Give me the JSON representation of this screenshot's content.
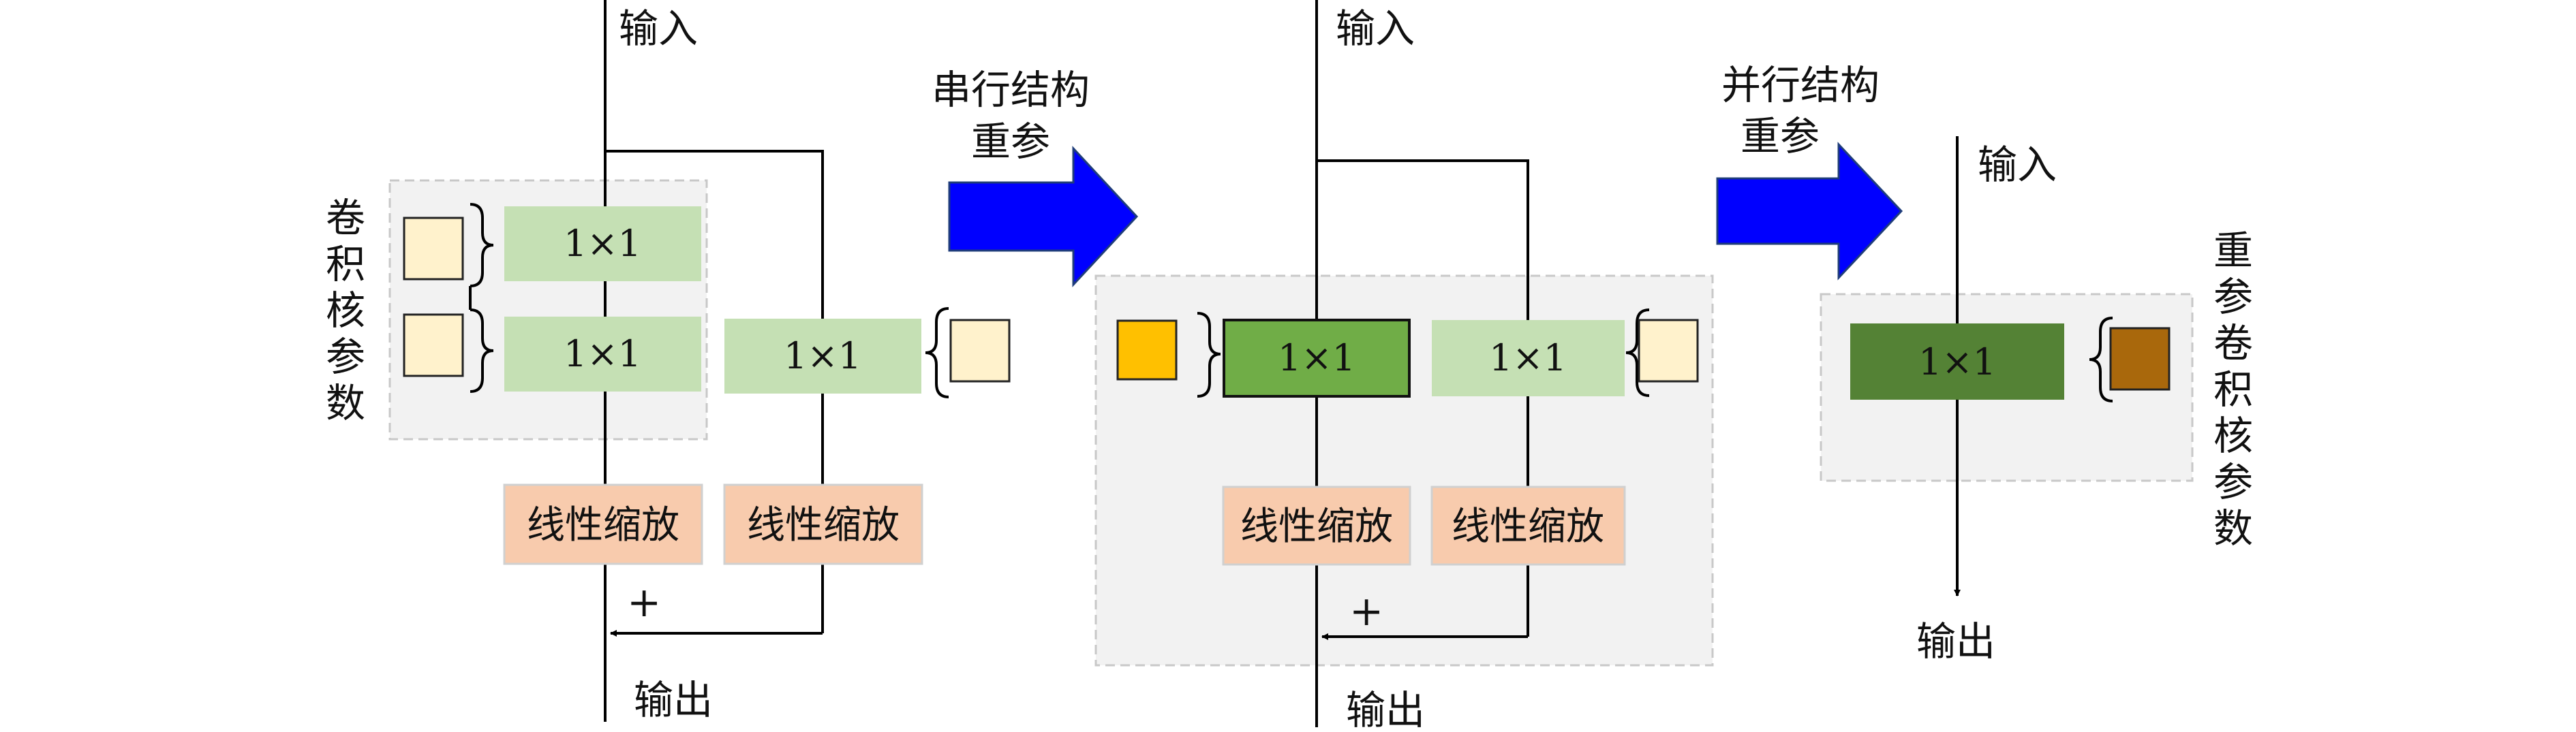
{
  "stage1": {
    "input": "输入",
    "output": "输出",
    "side_label": [
      "卷",
      "积",
      "核",
      "参",
      "数"
    ],
    "conv_a": "1×1",
    "conv_b": "1×1",
    "conv_c": "1×1",
    "scale_a": "线性缩放",
    "scale_b": "线性缩放",
    "plus": "+"
  },
  "arrow1": {
    "line1": "串行结构",
    "line2": "重参",
    "color": "#0000ff"
  },
  "stage2": {
    "input": "输入",
    "output": "输出",
    "conv_a": "1×1",
    "conv_b": "1×1",
    "scale_a": "线性缩放",
    "scale_b": "线性缩放",
    "plus": "+"
  },
  "arrow2": {
    "line1": "并行结构",
    "line2": "重参",
    "color": "#0000ff"
  },
  "stage3": {
    "input": "输入",
    "output": "输出",
    "conv": "1×1",
    "side_label": [
      "重",
      "参",
      "卷",
      "积",
      "核",
      "参",
      "数"
    ]
  },
  "colors": {
    "light_green": "#c5e0b4",
    "mid_green": "#70ad47",
    "dark_green": "#548235",
    "salmon": "#f8cbad",
    "cream": "#fff2cc",
    "gold": "#ffc000",
    "brown": "#a9680c",
    "panel_gray": "#f2f2f2"
  }
}
